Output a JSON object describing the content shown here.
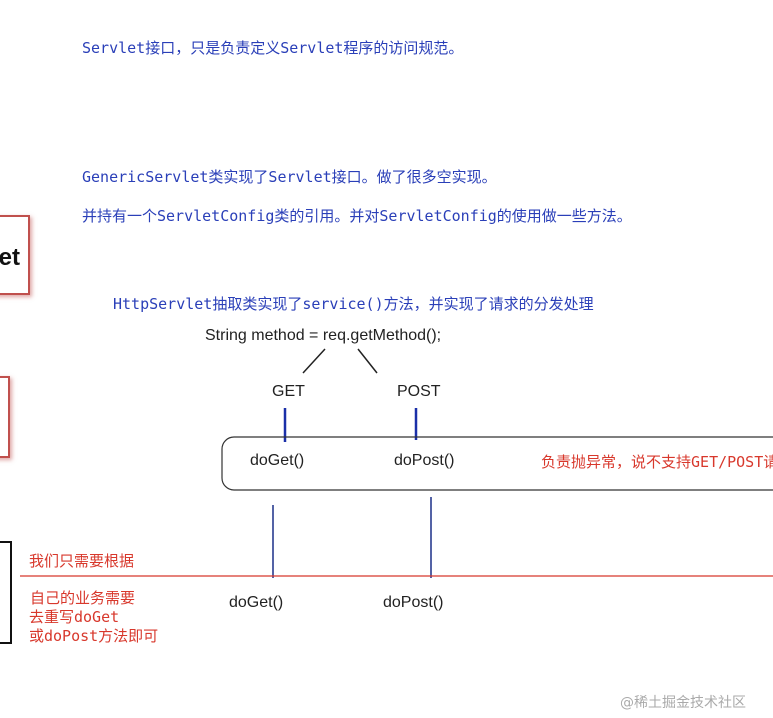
{
  "slide": {
    "line1": "Servlet接口，只是负责定义Servlet程序的访问规范。",
    "line2": "GenericServlet类实现了Servlet接口。做了很多空实现。",
    "line3": "并持有一个ServletConfig类的引用。并对ServletConfig的使用做一些方法。",
    "line4": "HttpServlet抽取类实现了service()方法，并实现了请求的分发处理",
    "code": "String method = req.getMethod();",
    "get_label": "GET",
    "post_label": "POST",
    "box_doget": "doGet()",
    "box_dopost": "doPost()",
    "box_note": "负责抛异常，说不支持GET/POST请求",
    "left_box_text": "et",
    "note_above": "我们只需要根据",
    "note_below": [
      "自己的业务需要",
      "去重写doGet",
      "或doPost方法即可"
    ],
    "sub_doget": "doGet()",
    "sub_dopost": "doPost()"
  },
  "watermark": "@稀土掘金技术社区",
  "colors": {
    "blue_text": "#2a3fb8",
    "red_text": "#d8382c",
    "box_border": "#c0504d"
  }
}
